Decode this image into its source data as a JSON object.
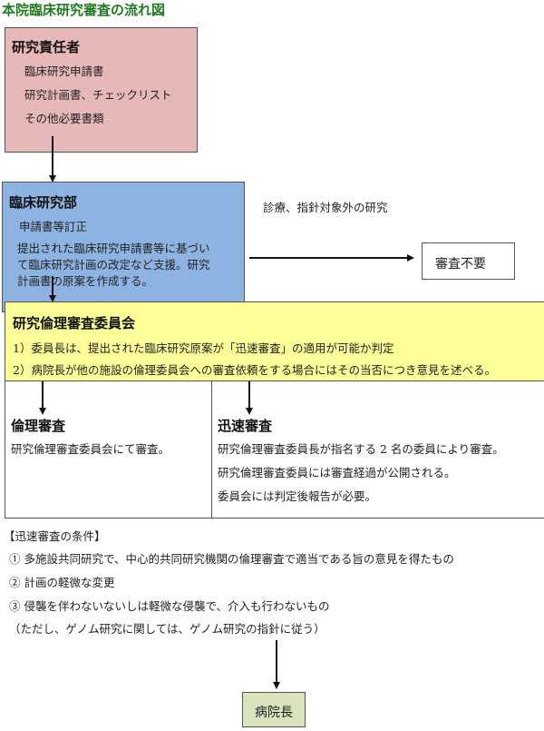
{
  "title": "本院臨床研究審査の流れ図",
  "researcher": {
    "heading": "研究責任者",
    "items": [
      "臨床研究申請書",
      "研究計画書、チェックリスト",
      "その他必要書類"
    ]
  },
  "clinical_dept": {
    "heading": "臨床研究部",
    "items": [
      "申請書等訂正",
      "提出された臨床研究申請書等に基づい",
      "て臨床研究計画の改定など支援。研究",
      "計画書の原案を作成する。"
    ]
  },
  "side_branch": {
    "label": "診療、指針対象外の研究",
    "result": "審査不要"
  },
  "committee": {
    "heading": "研究倫理審査委員会",
    "items": [
      "1）委員長は、提出された臨床研究原案が「迅速審査」の適用が可能か判定",
      "2）病院長が他の施設の倫理委員会への審査依頼をする場合にはその当否につき意見を述べる。"
    ]
  },
  "ethics_review": {
    "heading": "倫理審査",
    "items": [
      "研究倫理審査委員会にて審査。"
    ]
  },
  "rapid_review": {
    "heading": "迅速審査",
    "items": [
      "研究倫理審査委員長が指名する 2 名の委員により審査。",
      "研究倫理審査委員には審査経過が公開される。",
      "委員会には判定後報告が必要。"
    ]
  },
  "conditions": {
    "heading": "【迅速審査の条件】",
    "items": [
      "① 多施設共同研究で、中心的共同研究機関の倫理審査で適当である旨の意見を得たもの",
      "② 計画の軽微な変更",
      "③ 侵襲を伴わないないしは軽微な侵襲で、介入も行わないもの",
      "（ただし、ゲノム研究に関しては、ゲノム研究の指針に従う）"
    ]
  },
  "director": {
    "label": "病院長"
  },
  "colors": {
    "title": "#1f7a1f",
    "researcher": "#e6b8b7",
    "clinical_dept": "#8db3e2",
    "committee": "#ffff99",
    "director": "#d7e4bc"
  }
}
